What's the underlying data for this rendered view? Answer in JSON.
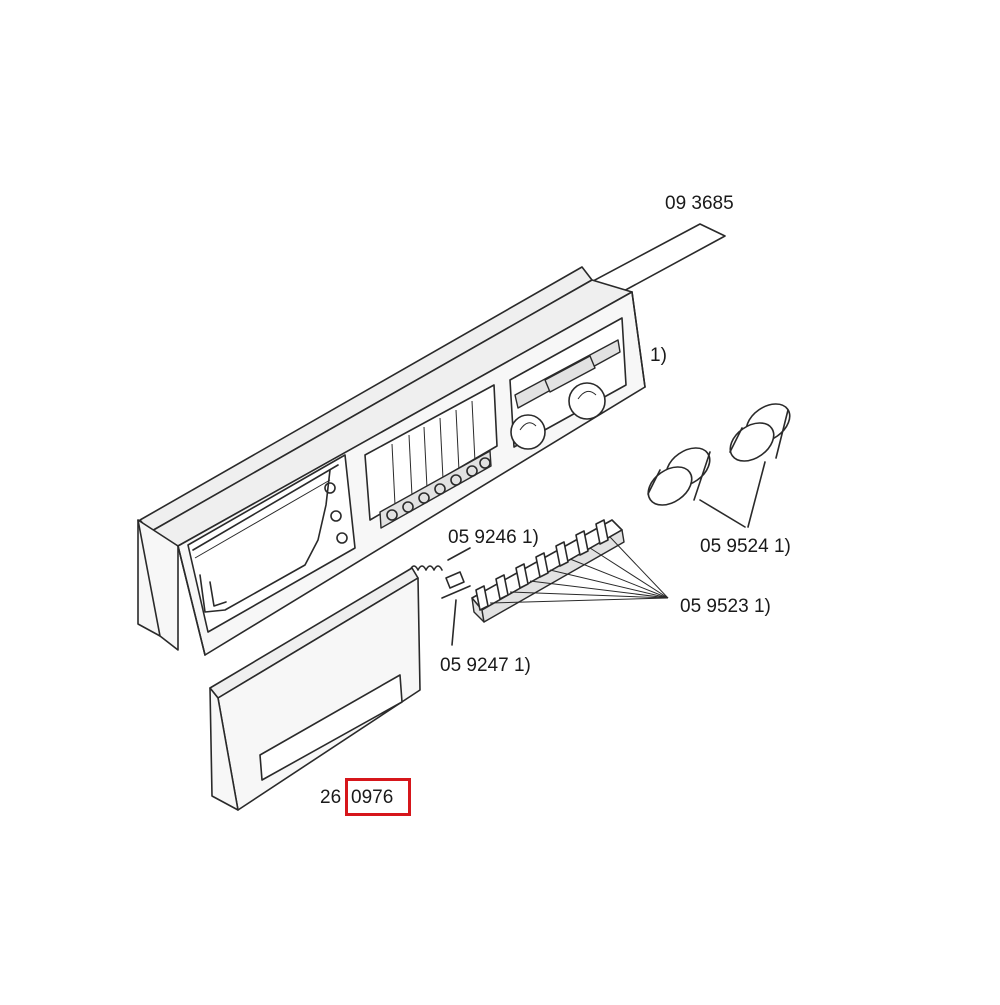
{
  "parts": {
    "strip_label": "09 3685",
    "panel_label": "1)",
    "knobs_label": "05 9524 1)",
    "spring_label": "05 9246 1)",
    "buttons_label": "05 9523 1)",
    "pin_label": "05 9247 1)",
    "drawer_front_prefix": "26",
    "drawer_front_suffix": "0976"
  },
  "colors": {
    "highlight": "#d6161b",
    "line": "#2a2a2a"
  }
}
